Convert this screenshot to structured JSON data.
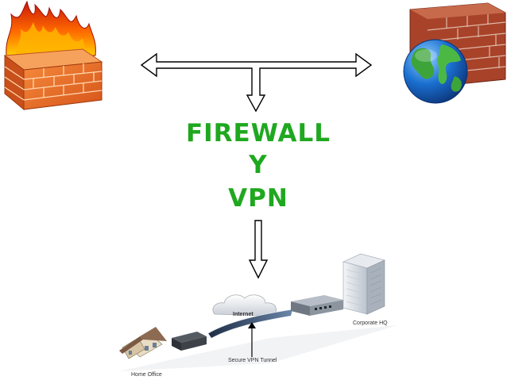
{
  "title": {
    "line1": "FIREWALL",
    "line2": "Y",
    "line3": "VPN"
  },
  "diagram": {
    "internet_label": "Internet",
    "tunnel_label": "Secure VPN Tunnel",
    "home_label": "Home Office",
    "hq_label": "Corporate HQ"
  },
  "icons": {
    "left": "burning-firewall-icon",
    "right": "globe-firewall-icon"
  },
  "colors": {
    "title": "#1fa81f",
    "brick": "#e8692a",
    "flame": "#d92a0a",
    "globe_sea": "#1a6fd0",
    "globe_land": "#3da43a",
    "arrow_stroke": "#000000"
  }
}
